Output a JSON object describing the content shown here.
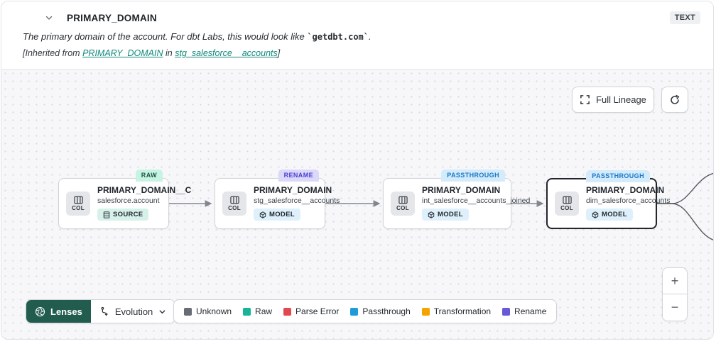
{
  "colors": {
    "link": "#11897b",
    "lenses_green": "#215c4f",
    "edge": "#81878f"
  },
  "header": {
    "title": "PRIMARY_DOMAIN",
    "type_badge": "TEXT",
    "description_prefix": "The primary domain of the account. For dbt Labs, this would look like ",
    "description_code": "`getdbt.com`",
    "description_suffix": ".",
    "inherited_prefix": "[Inherited from ",
    "inherited_link_column": "PRIMARY_DOMAIN",
    "inherited_middle": " in ",
    "inherited_link_model": "stg_salesforce__accounts",
    "inherited_suffix": "]"
  },
  "canvas": {
    "toolbar": {
      "full_lineage": "Full Lineage"
    },
    "nodes": [
      {
        "tag": "RAW",
        "tag_bg": "#c7f4e2",
        "tag_fg": "#1f5348",
        "col_label": "COL",
        "title": "PRIMARY_DOMAIN__C",
        "subtitle": "salesforce.account",
        "badge": "SOURCE",
        "badge_bg": "#d6f1ea",
        "selected": false
      },
      {
        "tag": "RENAME",
        "tag_bg": "#dbd8fa",
        "tag_fg": "#4a3fd0",
        "col_label": "COL",
        "title": "PRIMARY_DOMAIN",
        "subtitle": "stg_salesforce__accounts",
        "badge": "MODEL",
        "badge_bg": "#def0fb",
        "selected": false
      },
      {
        "tag": "PASSTHROUGH",
        "tag_bg": "#d3ebfa",
        "tag_fg": "#1878c8",
        "col_label": "COL",
        "title": "PRIMARY_DOMAIN",
        "subtitle": "int_salesforce__accounts_joined",
        "badge": "MODEL",
        "badge_bg": "#def0fb",
        "selected": false
      },
      {
        "tag": "PASSTHROUGH",
        "tag_bg": "#d3ebfa",
        "tag_fg": "#1878c8",
        "col_label": "COL",
        "title": "PRIMARY_DOMAIN",
        "subtitle": "dim_salesforce_accounts",
        "badge": "MODEL",
        "badge_bg": "#def0fb",
        "selected": true
      }
    ],
    "lenses": {
      "label": "Lenses",
      "mode": "Evolution"
    },
    "legend": [
      {
        "label": "Unknown",
        "color": "#686d75"
      },
      {
        "label": "Raw",
        "color": "#16b598"
      },
      {
        "label": "Parse Error",
        "color": "#e14850"
      },
      {
        "label": "Passthrough",
        "color": "#1f9bd7"
      },
      {
        "label": "Transformation",
        "color": "#f5a300"
      },
      {
        "label": "Rename",
        "color": "#6759d8"
      }
    ],
    "zoom": {
      "in": "+",
      "out": "−"
    }
  }
}
